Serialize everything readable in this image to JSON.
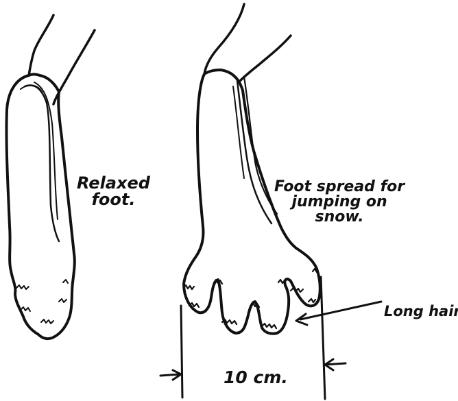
{
  "labels": {
    "relaxed_foot": [
      "Relaxed",
      "foot."
    ],
    "spread_foot": [
      "Foot spread for",
      "jumping on",
      "snow."
    ],
    "long_hairs": "Long hairs.",
    "width": "10 cm."
  },
  "colors": {
    "ink": "#111111",
    "background": "#ffffff"
  }
}
